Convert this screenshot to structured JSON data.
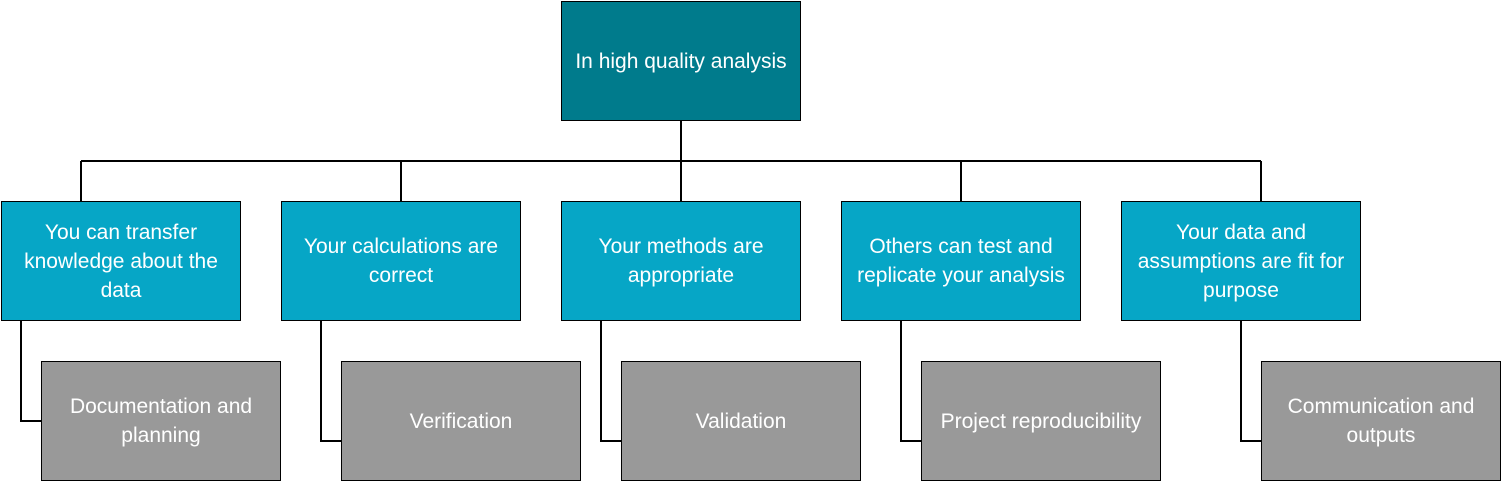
{
  "root": {
    "label": "In high quality analysis"
  },
  "branches": [
    {
      "principle": "You can transfer knowledge about the data",
      "practice": "Documentation and planning"
    },
    {
      "principle": "Your calculations are correct",
      "practice": "Verification"
    },
    {
      "principle": "Your methods are appropriate",
      "practice": "Validation"
    },
    {
      "principle": "Others can test and replicate your analysis",
      "practice": "Project reproducibility"
    },
    {
      "principle": "Your data and assumptions are fit for purpose",
      "practice": "Communication and outputs"
    }
  ],
  "colors": {
    "root_fill": "#007b8c",
    "principle_fill": "#06a6c6",
    "practice_fill": "#999999",
    "text": "#ffffff",
    "lines": "#000000"
  }
}
